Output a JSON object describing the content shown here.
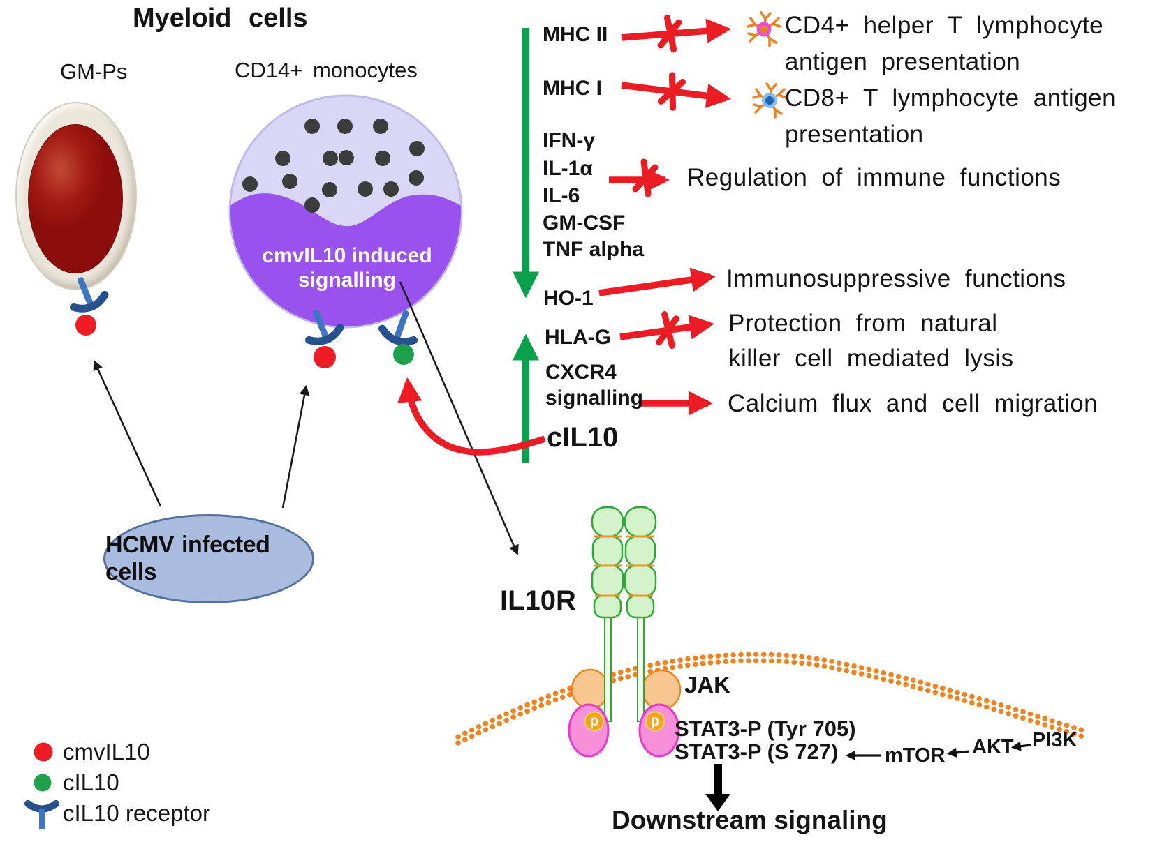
{
  "title": "Myeloid cells",
  "cells": {
    "gmps_label": "GM-Ps",
    "monocytes_label": "CD14+ monocytes",
    "induced_line1": "cmvIL10 induced",
    "induced_line2": "signalling",
    "hcmv_label": "HCMV infected cells"
  },
  "factors": {
    "mhc2": "MHC II",
    "mhc1": "MHC I",
    "ifng": "IFN-γ",
    "il1a": "IL-1α",
    "il6": "IL-6",
    "gmcsf": "GM-CSF",
    "tnfa": "TNF alpha",
    "ho1": "HO-1",
    "hlag": "HLA-G",
    "cxcr4_line1": "CXCR4",
    "cxcr4_line2": "signalling",
    "cil10": "cIL10"
  },
  "outcomes": {
    "cd4_line1": "CD4+ helper T lymphocyte",
    "cd4_line2": "antigen presentation",
    "cd8_line1": "CD8+ T lymphocyte antigen",
    "cd8_line2": "presentation",
    "regulation": "Regulation of immune functions",
    "immuno": "Immunosuppressive functions",
    "protection_line1": "Protection from natural",
    "protection_line2": "killer cell mediated lysis",
    "calcium": "Calcium flux and cell migration"
  },
  "signaling": {
    "il10r": "IL10R",
    "jak": "JAK",
    "stat_tyr": "STAT3-P (Tyr 705)",
    "stat_ser": "STAT3-P (S 727)",
    "mtor": "mTOR",
    "akt": "AKT",
    "pi3k": "PI3K",
    "p": "p",
    "downstream": "Downstream signaling"
  },
  "legend": {
    "cmvil10": "cmvIL10",
    "cil10": "cIL10",
    "receptor": "cIL10 receptor"
  },
  "colors": {
    "arrow_red": "#EC1C24",
    "arrow_green": "#0AA04C",
    "receptor_stem_blue": "#3E74C2",
    "receptor_cap_navy": "#27508F",
    "cmvil10_red": "#EE1C24",
    "cil10_green": "#1FA14C",
    "monocyte_light_purple": "#DAD6F6",
    "monocyte_inner_purple": "#9A52EF",
    "granule_dark": "#3C3C3C",
    "gmps_outer_cream": "#EBE6DA",
    "gmps_inner_red": "#8C0E0C",
    "hcmv_fill_blue": "#A9BCDF",
    "membrane_orange": "#F28322",
    "jak_orange": "#F8C68E",
    "stat_pink": "#F78FD9",
    "stat_border_magenta": "#E83ACB",
    "p_circle_orange": "#F6A21D",
    "il10r_chain_green_fill": "#D3F4CA",
    "il10r_chain_green_border": "#2EA836",
    "tcell_arm_orange": "#F08020",
    "cd4_ring_magenta": "#EA4FD6",
    "cd8_ring_blue": "#8ABBEE",
    "cd8_core_blue": "#1C67B5"
  }
}
